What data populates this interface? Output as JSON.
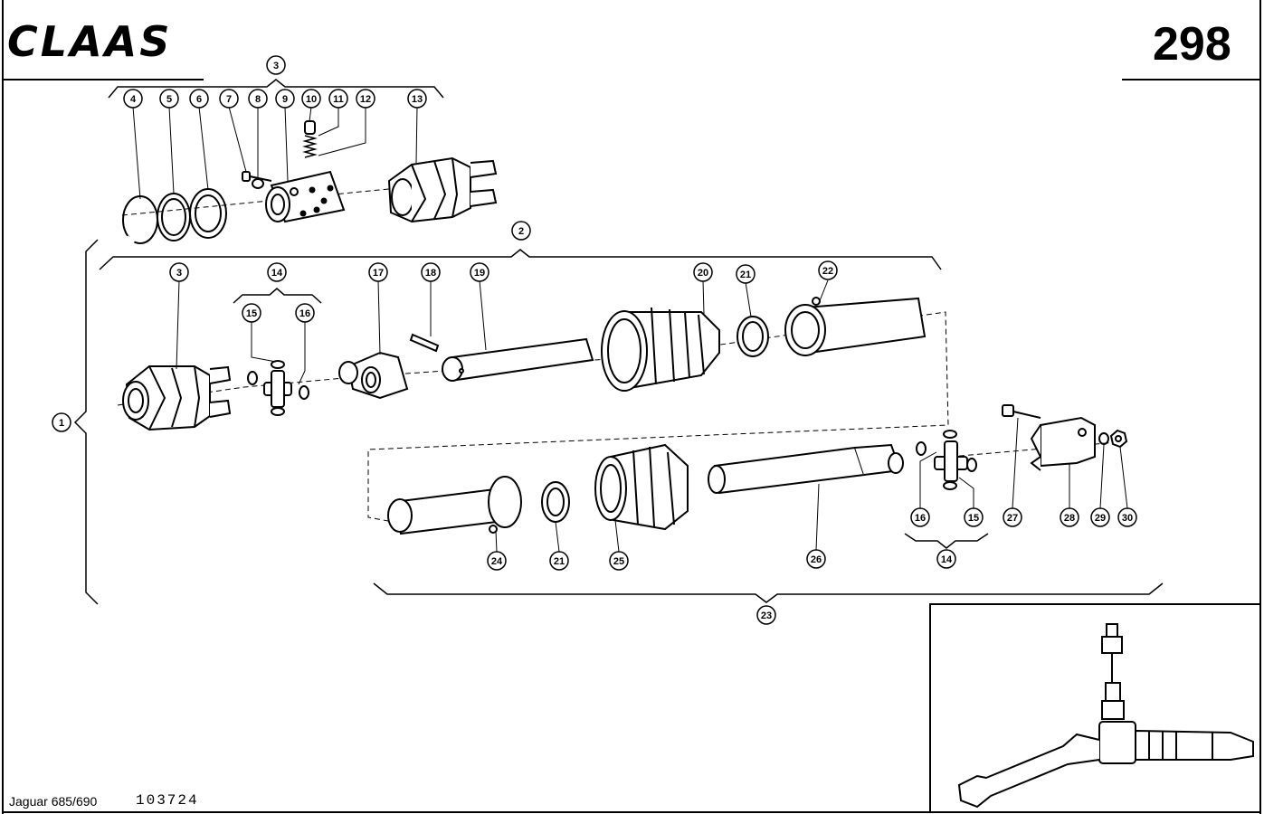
{
  "header": {
    "brand": "CLAAS",
    "page_number": "298"
  },
  "footer": {
    "model": "Jaguar 685/690",
    "drawing_number": "103724"
  },
  "callouts": {
    "c1": "1",
    "c2": "2",
    "c3_top": "3",
    "c3_mid": "3",
    "c4": "4",
    "c5": "5",
    "c6": "6",
    "c7": "7",
    "c8": "8",
    "c9": "9",
    "c10": "10",
    "c11": "11",
    "c12": "12",
    "c13": "13",
    "c14_top": "14",
    "c15_top": "15",
    "c16_top": "16",
    "c17": "17",
    "c18": "18",
    "c19": "19",
    "c20": "20",
    "c21_top": "21",
    "c22": "22",
    "c23": "23",
    "c24": "24",
    "c21_bot": "21",
    "c25": "25",
    "c26": "26",
    "c16_bot": "16",
    "c15_bot": "15",
    "c14_bot": "14",
    "c27": "27",
    "c28": "28",
    "c29": "29",
    "c30": "30"
  }
}
